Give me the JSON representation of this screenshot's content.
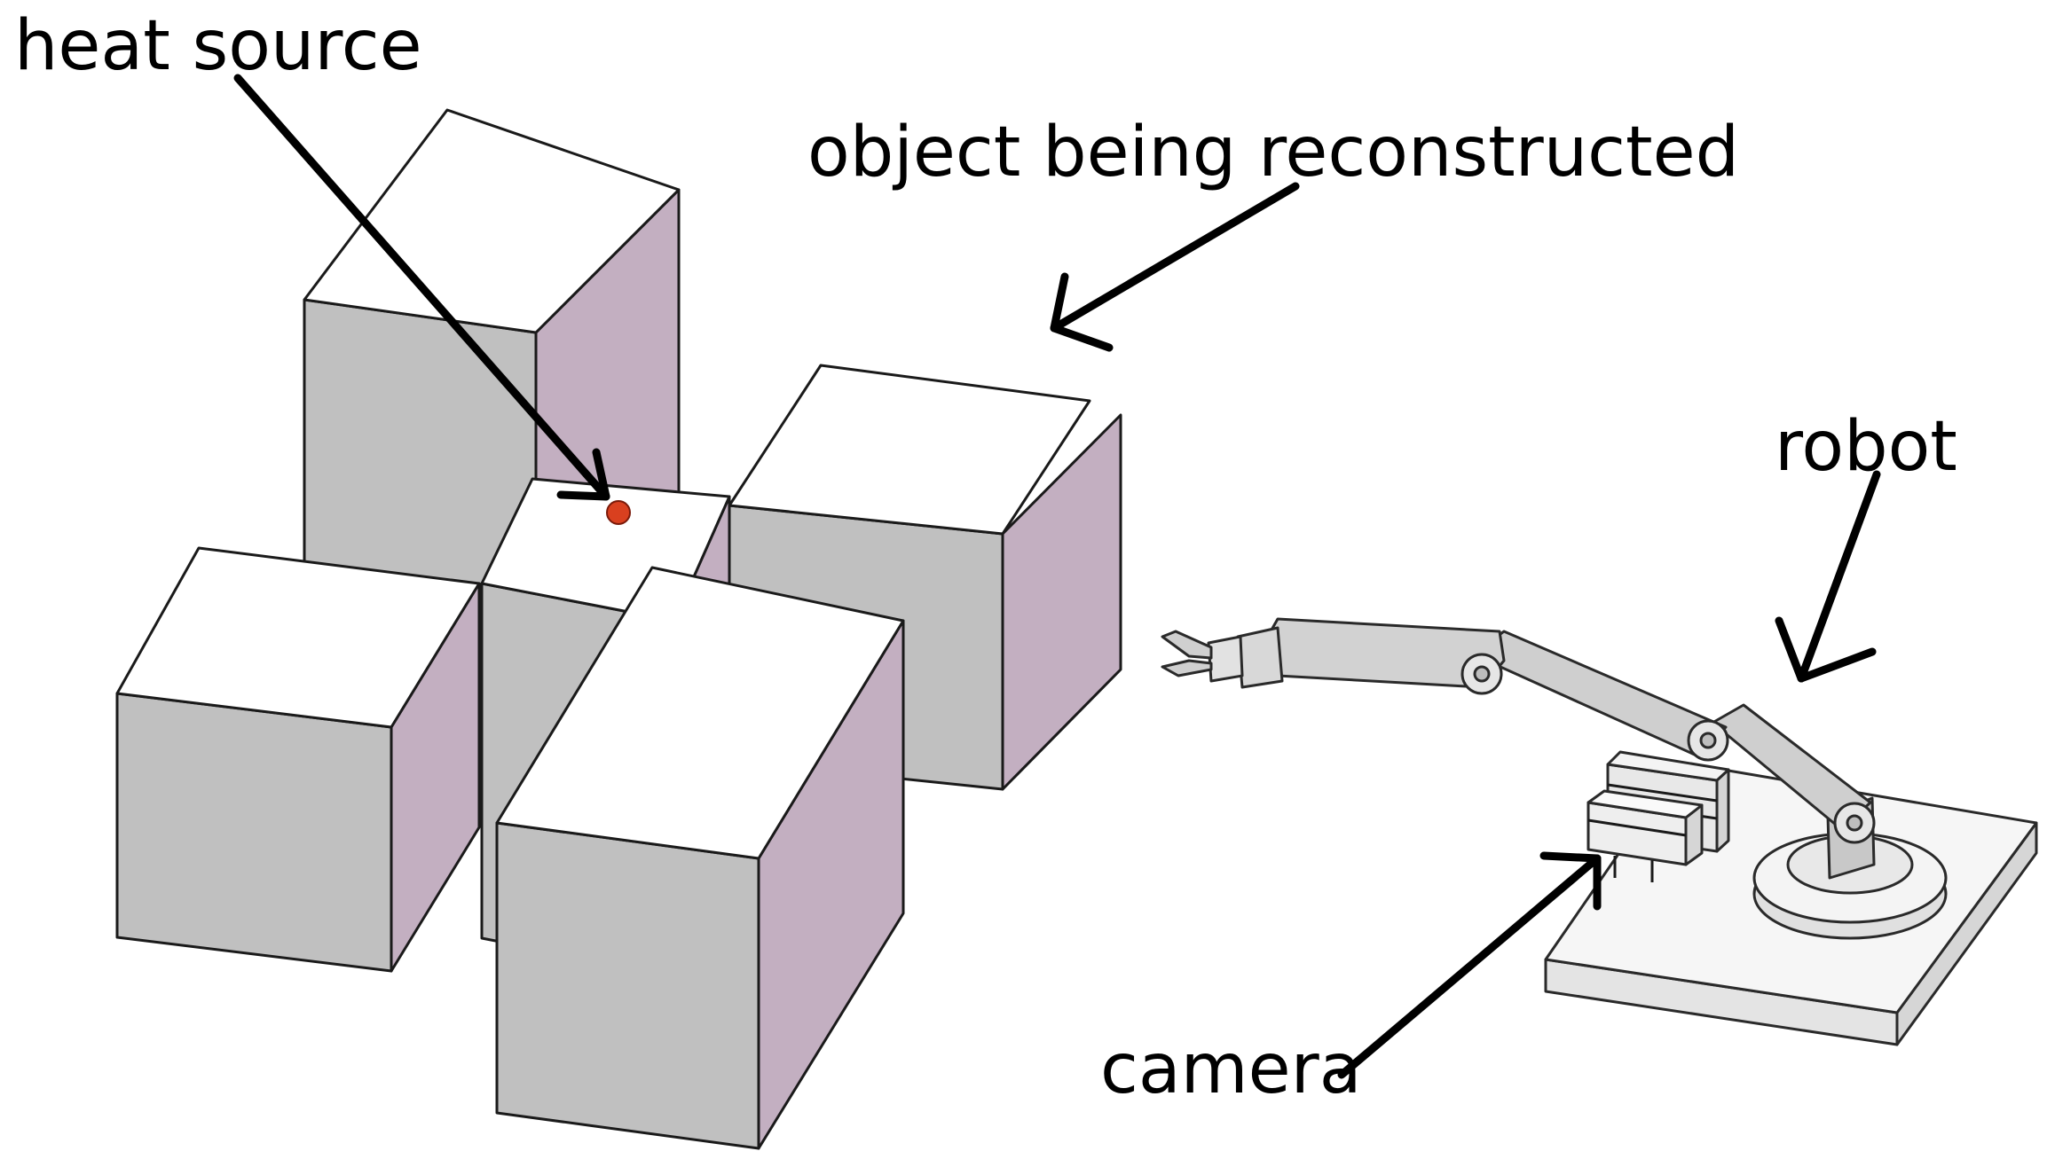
{
  "labels": {
    "heat_source": "heat source",
    "object": "object being reconstructed",
    "robot": "robot",
    "camera": "camera"
  },
  "colors": {
    "block_top": "#ffffff",
    "block_front": "#c0c0c0",
    "block_side": "#c3afc1",
    "heat_source": "#d9401f",
    "robot_body": "#c8c8c8",
    "robot_base": "#f2f2f2"
  }
}
